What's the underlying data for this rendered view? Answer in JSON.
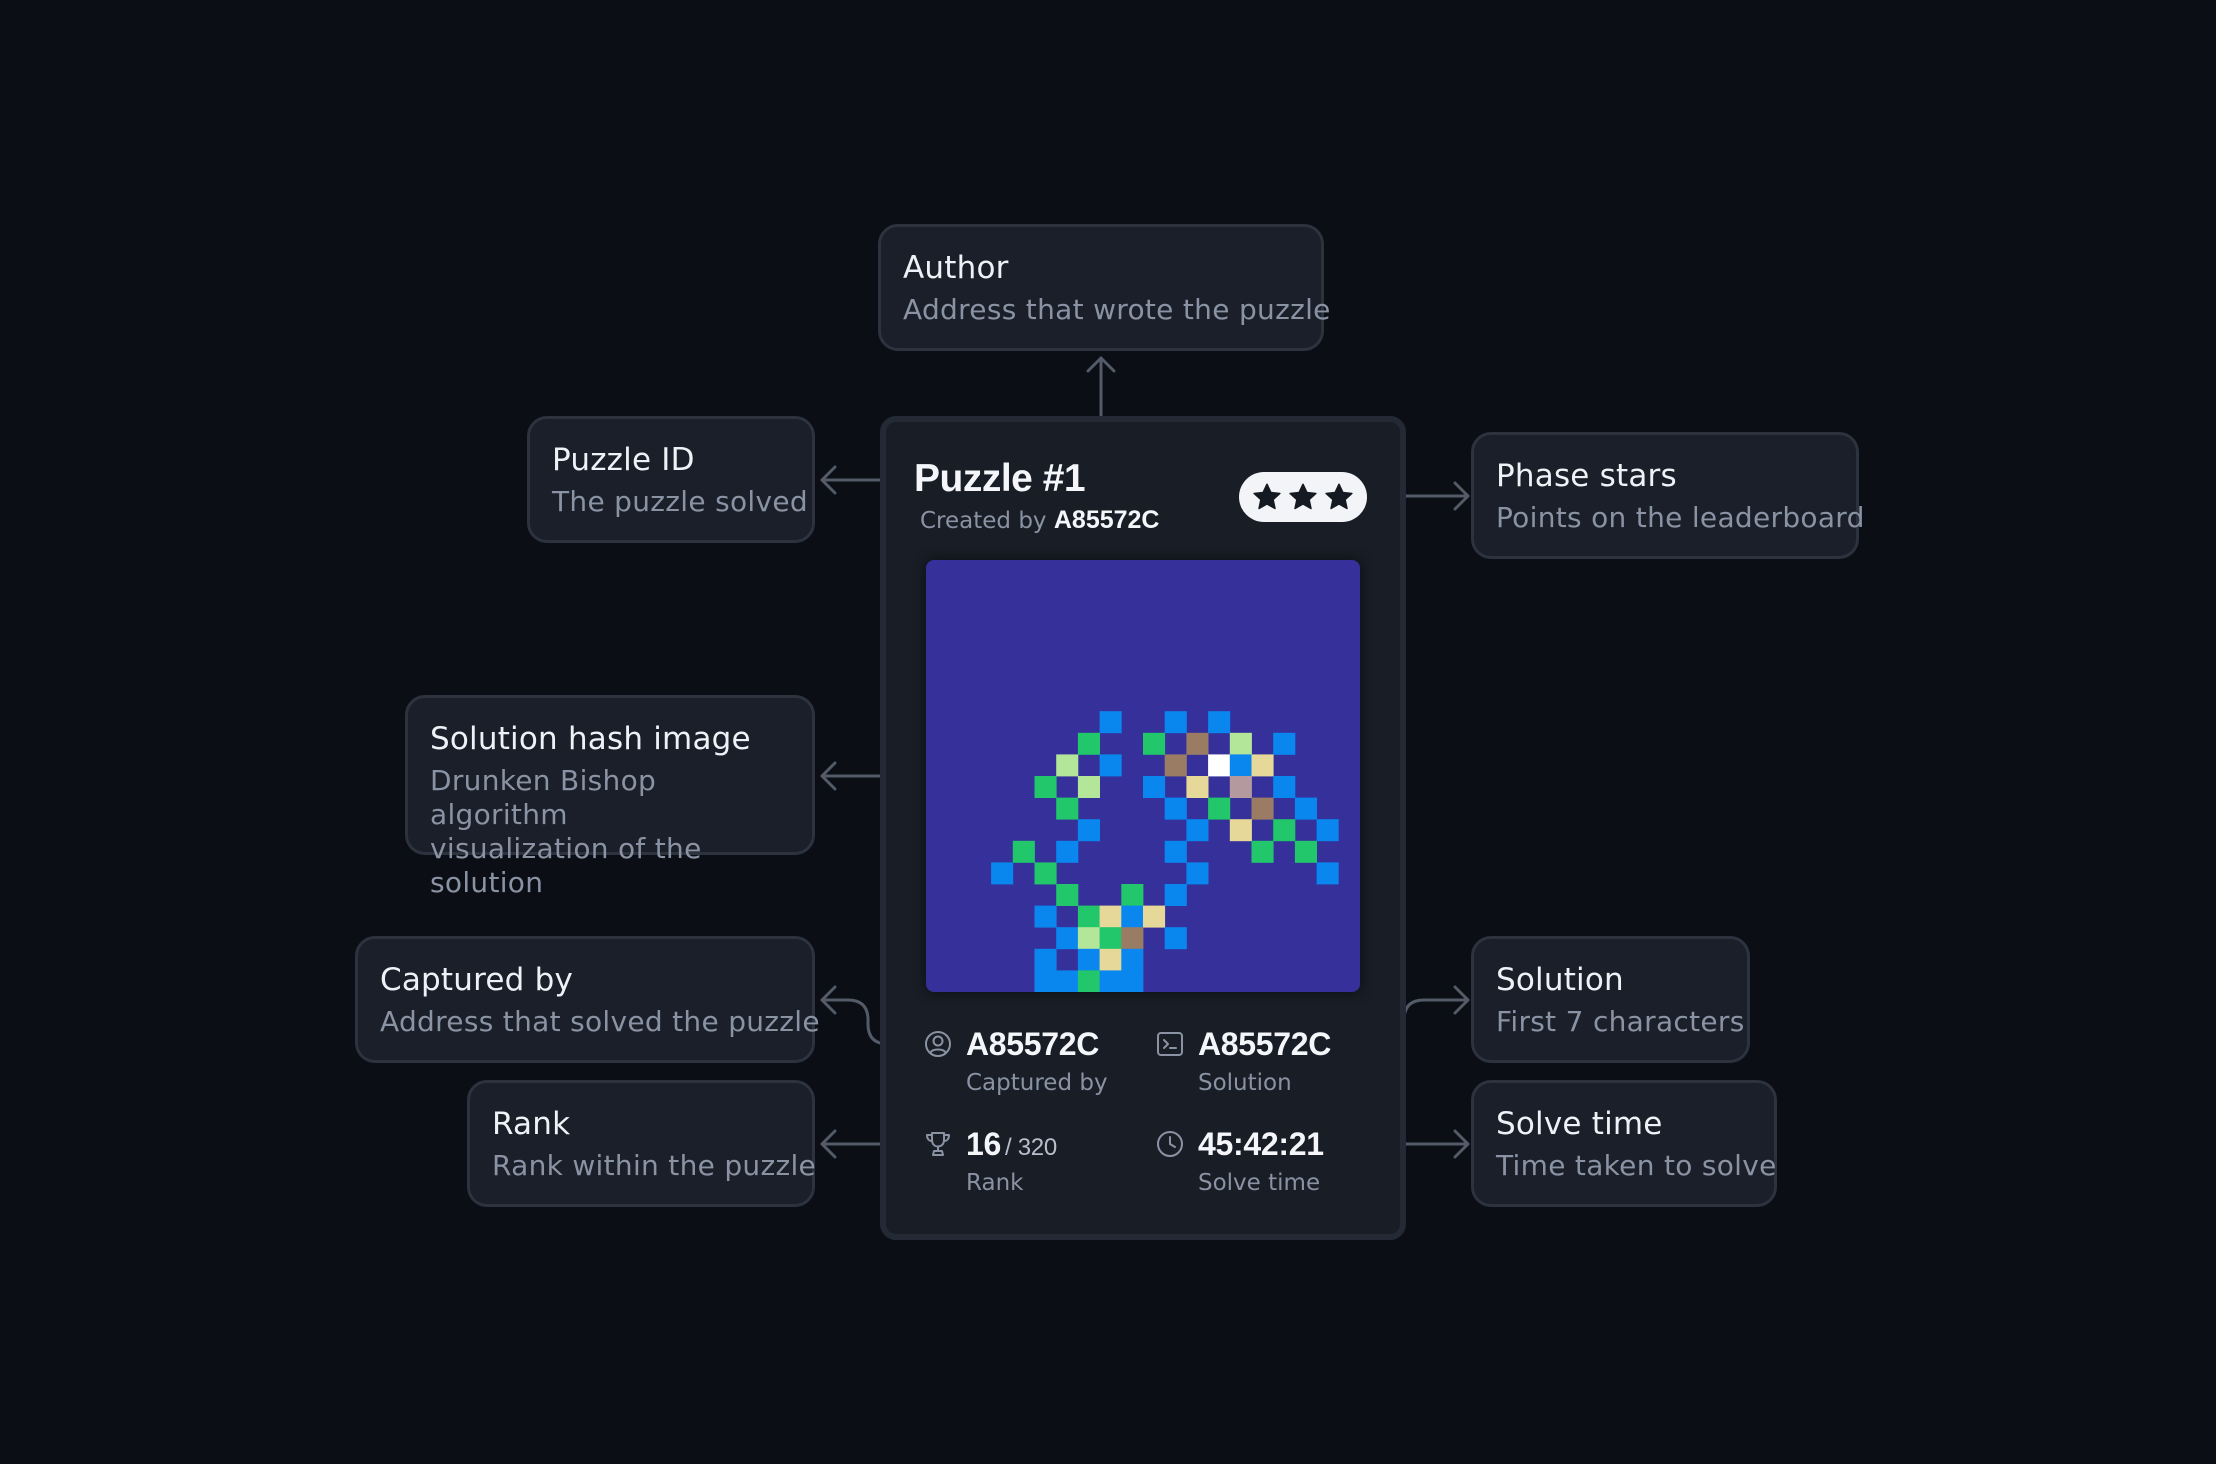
{
  "callouts": {
    "author": {
      "title": "Author",
      "desc": "Address that wrote the puzzle"
    },
    "puzzle_id": {
      "title": "Puzzle ID",
      "desc": "The puzzle solved"
    },
    "phase_stars": {
      "title": "Phase stars",
      "desc": "Points on the leaderboard"
    },
    "solution_hash": {
      "title": "Solution hash image",
      "desc": "Drunken Bishop algorithm\nvisualization of the solution"
    },
    "captured_by": {
      "title": "Captured by",
      "desc": "Address that solved the puzzle"
    },
    "solution": {
      "title": "Solution",
      "desc": "First 7 characters"
    },
    "rank": {
      "title": "Rank",
      "desc": "Rank within the puzzle"
    },
    "solve_time": {
      "title": "Solve time",
      "desc": "Time taken to solve"
    }
  },
  "card": {
    "title": "Puzzle #1",
    "created_by_prefix": "Created by",
    "author_address": "A85572C",
    "stars": 3,
    "stats": {
      "captured_by": {
        "value": "A85572C",
        "label": "Captured by",
        "icon": "user-circle-icon"
      },
      "solution": {
        "value": "A85572C",
        "label": "Solution",
        "icon": "terminal-icon"
      },
      "rank": {
        "value": "16",
        "total": "/ 320",
        "label": "Rank",
        "icon": "trophy-icon"
      },
      "solve_time": {
        "value": "45:42:21",
        "label": "Solve time",
        "icon": "clock-icon"
      }
    }
  },
  "colors": {
    "background": "#0b0e14",
    "card": "#181d26",
    "callout": "#1a1f29",
    "connector": "#535b68",
    "hash_background": "#35309a",
    "hash_blue": "#0a87ee",
    "hash_green": "#21c76a",
    "hash_light_green": "#b4e69a",
    "hash_yellow": "#e6d898",
    "hash_brown": "#9a7c64",
    "hash_mauve": "#b49a9e",
    "hash_white": "#ffffff"
  },
  "hash_image": {
    "grid_columns": 20,
    "grid_rows": 20,
    "cells": [
      [
        8,
        7,
        "b"
      ],
      [
        11,
        7,
        "b"
      ],
      [
        13,
        7,
        "b"
      ],
      [
        7,
        8,
        "g"
      ],
      [
        10,
        8,
        "g"
      ],
      [
        12,
        8,
        "n"
      ],
      [
        14,
        8,
        "l"
      ],
      [
        16,
        8,
        "b"
      ],
      [
        6,
        9,
        "l"
      ],
      [
        8,
        9,
        "b"
      ],
      [
        11,
        9,
        "n"
      ],
      [
        13,
        9,
        "w"
      ],
      [
        14,
        9,
        "b"
      ],
      [
        15,
        9,
        "y"
      ],
      [
        5,
        10,
        "g"
      ],
      [
        7,
        10,
        "l"
      ],
      [
        10,
        10,
        "b"
      ],
      [
        12,
        10,
        "y"
      ],
      [
        14,
        10,
        "m"
      ],
      [
        16,
        10,
        "b"
      ],
      [
        6,
        11,
        "g"
      ],
      [
        11,
        11,
        "b"
      ],
      [
        13,
        11,
        "g"
      ],
      [
        15,
        11,
        "n"
      ],
      [
        17,
        11,
        "b"
      ],
      [
        7,
        12,
        "b"
      ],
      [
        12,
        12,
        "b"
      ],
      [
        14,
        12,
        "y"
      ],
      [
        16,
        12,
        "g"
      ],
      [
        18,
        12,
        "b"
      ],
      [
        4,
        13,
        "g"
      ],
      [
        6,
        13,
        "b"
      ],
      [
        11,
        13,
        "b"
      ],
      [
        15,
        13,
        "g"
      ],
      [
        17,
        13,
        "g"
      ],
      [
        3,
        14,
        "b"
      ],
      [
        5,
        14,
        "g"
      ],
      [
        12,
        14,
        "b"
      ],
      [
        18,
        14,
        "b"
      ],
      [
        6,
        15,
        "g"
      ],
      [
        9,
        15,
        "g"
      ],
      [
        11,
        15,
        "b"
      ],
      [
        5,
        16,
        "b"
      ],
      [
        7,
        16,
        "g"
      ],
      [
        8,
        16,
        "y"
      ],
      [
        9,
        16,
        "b"
      ],
      [
        10,
        16,
        "y"
      ],
      [
        6,
        17,
        "b"
      ],
      [
        7,
        17,
        "l"
      ],
      [
        8,
        17,
        "g"
      ],
      [
        9,
        17,
        "n"
      ],
      [
        11,
        17,
        "b"
      ],
      [
        5,
        18,
        "b"
      ],
      [
        7,
        18,
        "b"
      ],
      [
        8,
        18,
        "y"
      ],
      [
        9,
        18,
        "b"
      ],
      [
        5,
        19,
        "b"
      ],
      [
        6,
        19,
        "b"
      ],
      [
        7,
        19,
        "g"
      ],
      [
        8,
        19,
        "b"
      ],
      [
        9,
        19,
        "b"
      ]
    ]
  }
}
